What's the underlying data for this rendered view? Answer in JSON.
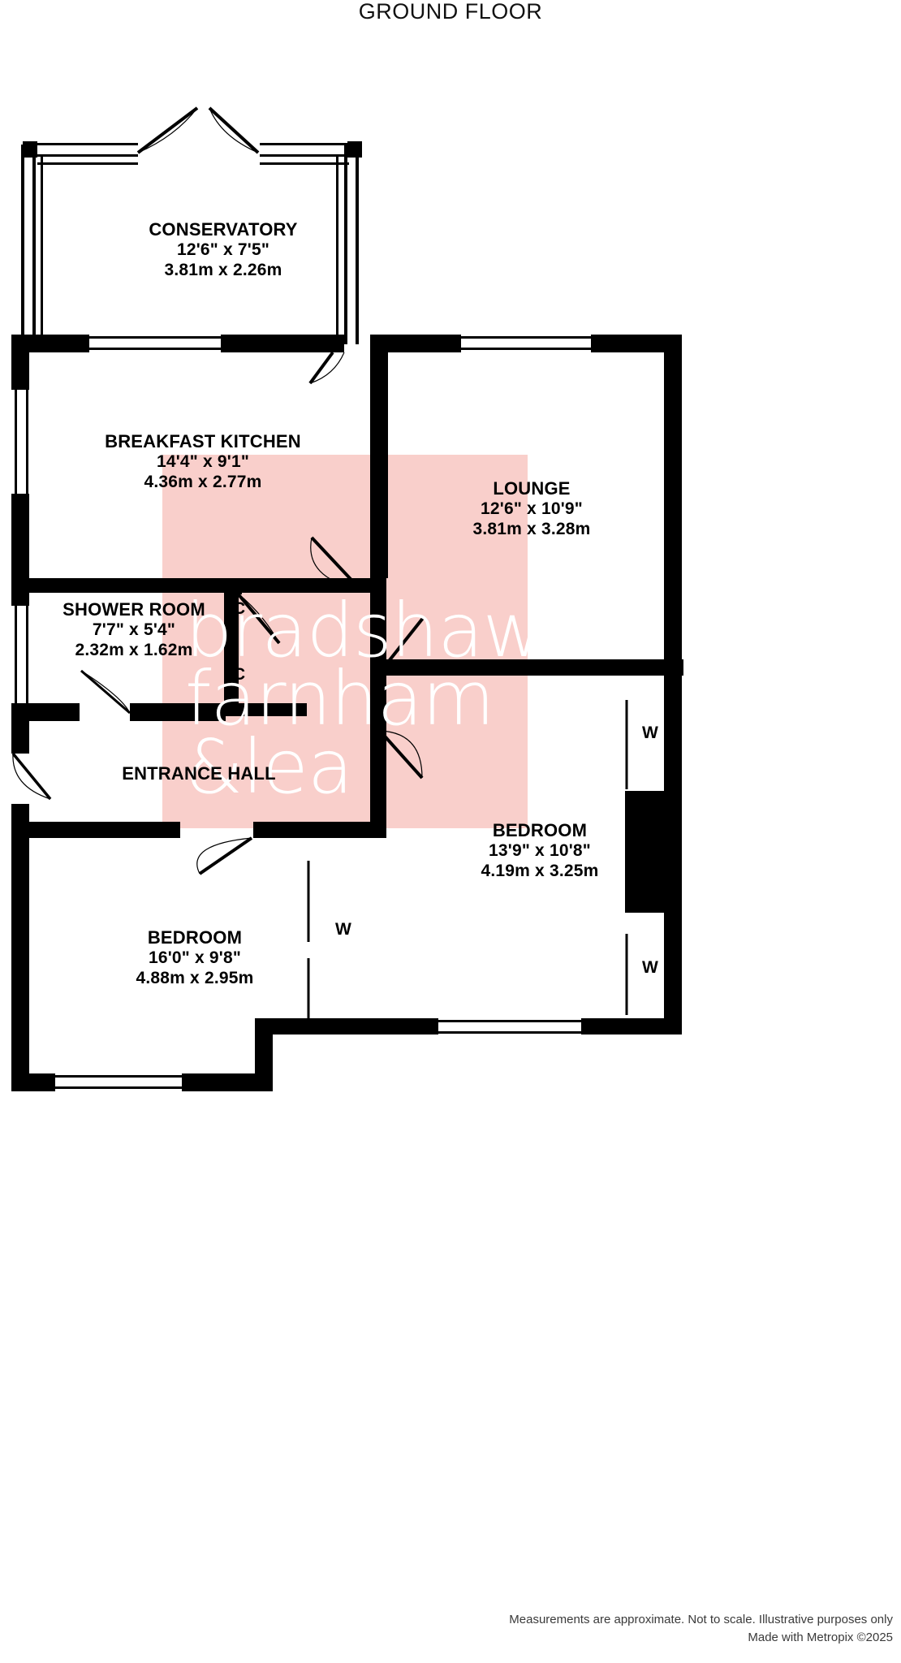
{
  "title": "GROUND FLOOR",
  "colors": {
    "wall": "#000000",
    "background": "#ffffff",
    "watermark_band": "#f9cfcb",
    "watermark_text": "#ffffff",
    "text": "#000000",
    "footer_text": "#3a3a3a"
  },
  "rooms": [
    {
      "key": "conservatory",
      "name": "CONSERVATORY",
      "imperial": "12'6\"  x 7'5\"",
      "metric": "3.81m  x 2.26m"
    },
    {
      "key": "breakfast_kitchen",
      "name": "BREAKFAST KITCHEN",
      "imperial": "14'4\"  x 9'1\"",
      "metric": "4.36m  x 2.77m"
    },
    {
      "key": "lounge",
      "name": "LOUNGE",
      "imperial": "12'6\"  x 10'9\"",
      "metric": "3.81m  x 3.28m"
    },
    {
      "key": "shower_room",
      "name": "SHOWER ROOM",
      "imperial": "7'7\"  x 5'4\"",
      "metric": "2.32m  x 1.62m"
    },
    {
      "key": "entrance_hall",
      "name": "ENTRANCE HALL",
      "imperial": "",
      "metric": ""
    },
    {
      "key": "bedroom_rear",
      "name": "BEDROOM",
      "imperial": "13'9\"  x 10'8\"",
      "metric": "4.19m  x 3.25m"
    },
    {
      "key": "bedroom_front",
      "name": "BEDROOM",
      "imperial": "16'0\"  x 9'8\"",
      "metric": "4.88m  x 2.95m"
    }
  ],
  "markers": {
    "cupboard_upper": "C",
    "cupboard_lower": "C",
    "wardrobe_bedroom_rear_upper": "W",
    "wardrobe_bedroom_rear_lower": "W",
    "wardrobe_bedroom_front": "W"
  },
  "watermark": {
    "line1": "bradshaw",
    "line2": "farnham",
    "line3": "&lea"
  },
  "footer": {
    "line1": "Measurements are approximate.  Not to scale.  Illustrative purposes only",
    "line2": "Made with Metropix ©2025"
  }
}
